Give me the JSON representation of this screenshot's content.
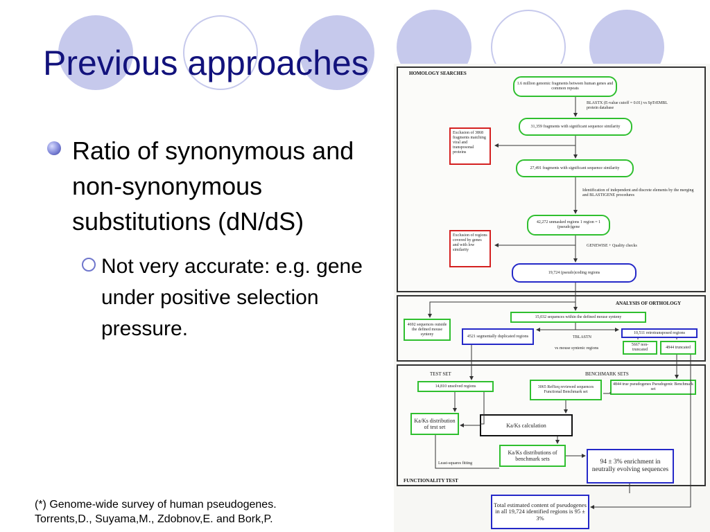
{
  "slide": {
    "title": "Previous approaches",
    "bullet1": "Ratio of synonymous and non-synonymous substitutions (dN/dS)",
    "bullet2": "Not very accurate: e.g. gene under positive selection pressure.",
    "footnote_line1": "(*) Genome-wide survey of human pseudogenes.",
    "footnote_line2": "Torrents,D., Suyama,M., Zdobnov,E. and Bork,P.",
    "colors": {
      "title": "#12127c",
      "circle": "#c6c9ec",
      "bullet": "#6f76cc"
    }
  },
  "figure": {
    "homology": {
      "heading": "HOMOLOGY SEARCHES",
      "box1": "1.6 million genomic fragments between human genes and common repeats",
      "step1": "BLASTX (E-value cutoff = 0.01) vs SpTrEMBL protein database",
      "box2": "31,359 fragments with significant sequence similarity",
      "exclusion1": "Exclusion of 3868 fragments matching viral and transposonal proteins",
      "box3": "27,491 fragments with significant sequence similarity",
      "step2": "Identification of independent and discrete elements by the merging and BLASTIGENE procedures",
      "box4": "42,272 unmasked regions 1 region = 1 (pseudo)gene",
      "exclusion2": "Exclusion of regions covered by genes and with low similarity",
      "step3": "GENEWISE + Quality checks",
      "box5": "19,724 (pseudo)coding regions"
    },
    "orthology": {
      "heading": "ANALYSIS OF ORTHOLOGY",
      "box_top": "15,032 sequences within the defined mouse synteny",
      "box_left": "4692 sequences outside the defined mouse synteny",
      "box_dup": "4521 segmentally duplicated regions",
      "box_retro": "10,511 retrotransposed regions",
      "tblastn": "TBLASTN",
      "vs_mouse": "vs mouse syntenic regions",
      "box_nontrunc": "5667 non-truncated",
      "box_trunc": "4844 truncated"
    },
    "functionality": {
      "test_heading": "TEST SET",
      "bench_heading": "BENCHMARK SETS",
      "box_test": "14,810 unsolved regions",
      "box_refseq": "3065 RefSeq reviewed sequences Functional Benchmark set",
      "box_pseudo": "4844 true pseudogenes Pseudogenic Benchmark set",
      "box_dist_test": "Ka/Ks distribution of test set",
      "box_calc": "Ka/Ks calculation",
      "box_dist_bench": "Ka/Ks distributions of benchmark sets",
      "least_squares": "Least-squares fitting",
      "box_enrich": "94 ± 3% enrichment in neutrally evolving sequences",
      "heading": "FUNCTIONALITY TEST",
      "box_total": "Total estimated content of pseudogenes in all 19,724 identified regions is 95 ± 3%"
    }
  }
}
